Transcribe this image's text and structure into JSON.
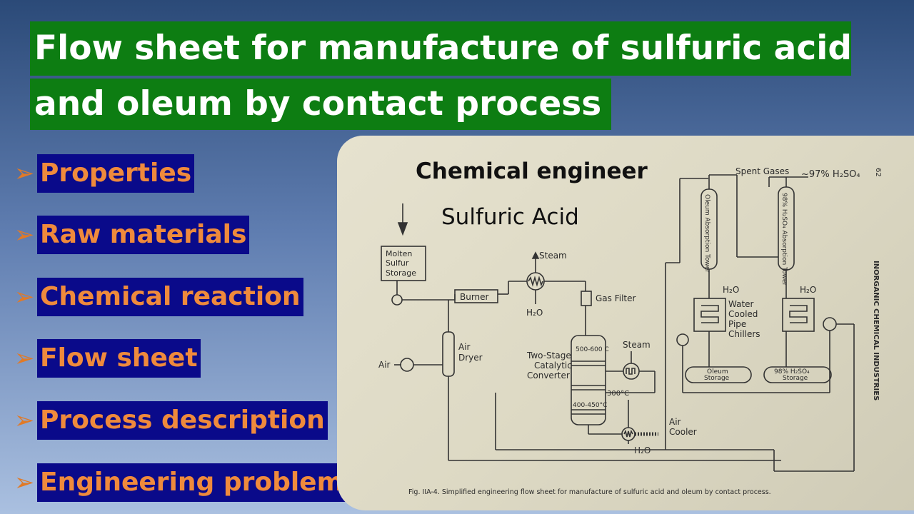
{
  "title": {
    "line1": "Flow sheet for manufacture of sulfuric acid",
    "line2": "and oleum by contact process"
  },
  "menu": {
    "arrow": "➢",
    "items": [
      {
        "label": "Properties"
      },
      {
        "label": "Raw materials"
      },
      {
        "label": "Chemical reaction"
      },
      {
        "label": "Flow sheet"
      },
      {
        "label": "Process description"
      },
      {
        "label": "Engineering problem"
      }
    ]
  },
  "overlay": {
    "heading": "Chemical engineer",
    "subheading": "Sulfuric Acid"
  },
  "diagram": {
    "molten_sulfur_storage": [
      "Molten",
      "Sulfur",
      "Storage"
    ],
    "burner": "Burner",
    "steam_top": "Steam",
    "h2o_left": "H₂O",
    "gas_filter": "Gas Filter",
    "air": "Air",
    "air_dryer": [
      "Air",
      "Dryer"
    ],
    "converter": [
      "Two-Stage",
      "Catalytic",
      "Converter"
    ],
    "temp_top": "500-600 C",
    "temp_mid": "300°C",
    "temp_bottom": "400-450°C",
    "steam_right": "Steam",
    "air_cooler": [
      "Air",
      "Cooler"
    ],
    "h2o_bottom": "H₂O",
    "spent_gases": "Spent Gases",
    "acid_97": "~97% H₂SO₄",
    "oleum_tower": "Oleum Absorption Tower",
    "acid_tower": "98% H₂SO₄ Absorption Tower",
    "h2o_mid": "H₂O",
    "h2o_right": "H₂O",
    "chillers": [
      "Water",
      "Cooled",
      "Pipe",
      "Chillers"
    ],
    "oleum_storage": [
      "Oleum",
      "Storage"
    ],
    "acid_storage": [
      "98% H₂SO₄",
      "Storage"
    ],
    "page_number": "62",
    "side_heading": "INORGANIC CHEMICAL INDUSTRIES",
    "caption": "Fig. IIA-4.  Simplified engineering flow sheet for manufacture of sulfuric acid and oleum by contact process."
  }
}
